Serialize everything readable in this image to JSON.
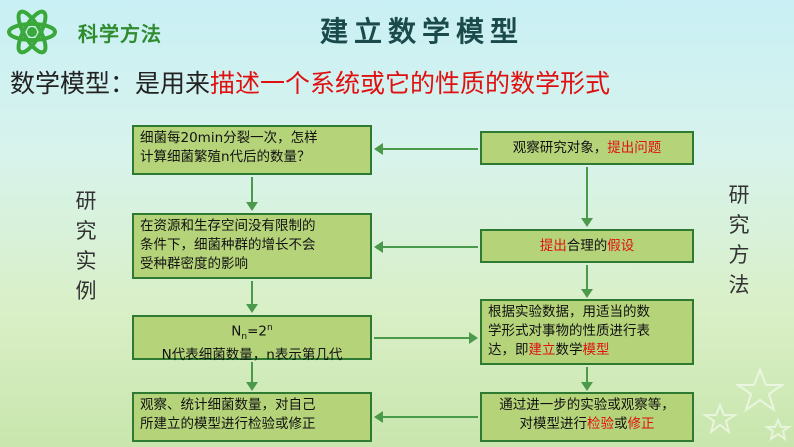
{
  "header": {
    "brand": "科学方法",
    "title": "建立数学模型"
  },
  "subtitle": {
    "prefix": "数学模型：是用来",
    "highlight": "描述一个系统或它的性质的数学形式"
  },
  "left_label": [
    "研",
    "究",
    "实",
    "例"
  ],
  "right_label": [
    "研",
    "究",
    "方",
    "法"
  ],
  "left_steps": [
    {
      "lines": [
        "细菌每20min分裂一次，怎样",
        "计算细菌繁殖n代后的数量？"
      ]
    },
    {
      "lines": [
        "在资源和生存空间没有限制的",
        "条件下，细菌种群的增长不会",
        "受种群密度的影响"
      ]
    },
    {
      "formula_base": "N",
      "formula_sub": "n",
      "formula_eq": "=2",
      "formula_sup": "n",
      "line2": "N代表细菌数量，n表示第几代"
    },
    {
      "lines": [
        "观察、统计细菌数量，对自己",
        "所建立的模型进行检验或修正"
      ]
    }
  ],
  "right_steps": [
    {
      "plain": "观察研究对象，",
      "red": "提出问题"
    },
    {
      "red1": "提出",
      "plain1": "合理的",
      "red2": "假设"
    },
    {
      "line1": "根据实验数据，用适当的数",
      "line2": "学形式对事物的性质进行表",
      "line3a": "达，即",
      "line3red1": "建立",
      "line3b": "数学",
      "line3red2": "模型"
    },
    {
      "line1": "通过进一步的实验或观察等，",
      "line2a": "对模型进行",
      "line2red1": "检验",
      "line2b": "或",
      "line2red2": "修正"
    }
  ],
  "colors": {
    "box_fill": "#b5d47a",
    "box_border": "#2f7a33",
    "highlight": "#e01010",
    "brand": "#2e8b2e"
  }
}
